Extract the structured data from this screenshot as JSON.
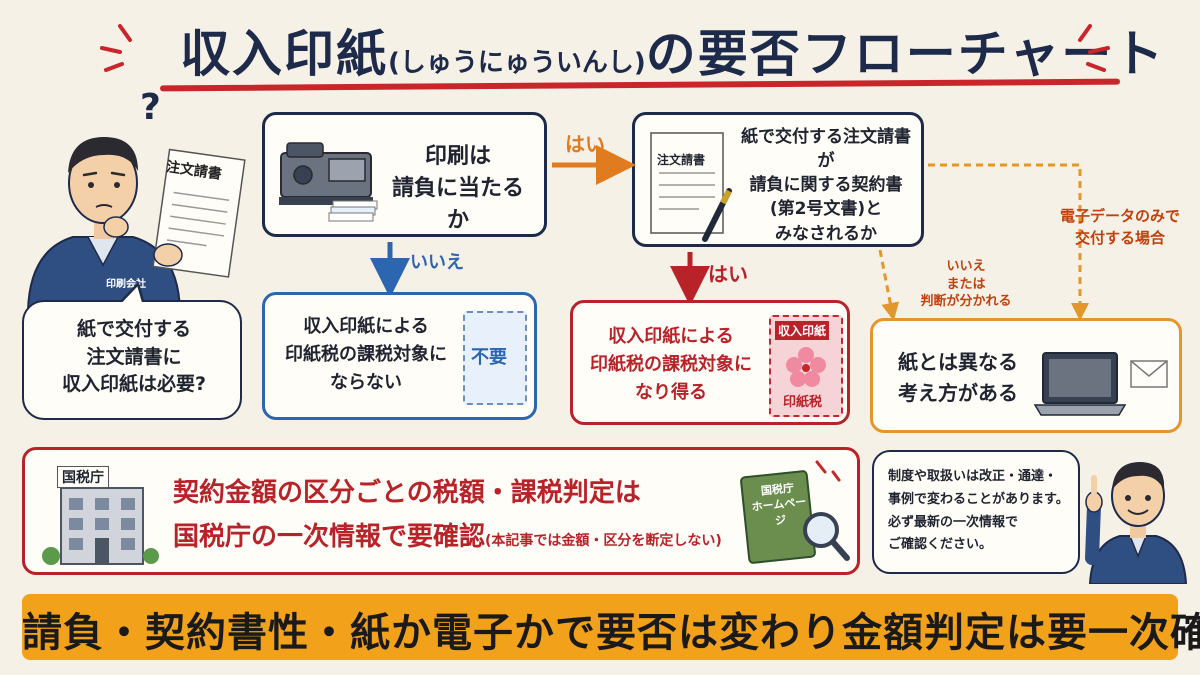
{
  "title": {
    "main": "収入印紙",
    "reading": "(しゅうにゅういんし)",
    "rest": "の要否フローチャート"
  },
  "person": {
    "question_mark": "?",
    "doc_label": "注文請書",
    "badge": "印刷会社"
  },
  "bubble_left": {
    "lines": [
      "紙で交付する",
      "注文請書に",
      "収入印紙は必要?"
    ]
  },
  "q1": {
    "lines": [
      "印刷は",
      "請負に当たるか"
    ]
  },
  "q2": {
    "doc_label": "注文請書",
    "lines": [
      "紙で交付する注文請書が",
      "請負に関する契約書",
      "(第2号文書)と",
      "みなされるか"
    ]
  },
  "arrows": {
    "q1_yes": "はい",
    "q1_no": "いいえ",
    "q2_yes": "はい",
    "q2_no_1": "いいえ",
    "q2_no_2": "または",
    "q2_no_3": "判断が分かれる",
    "q2_digital_1": "電子データのみで",
    "q2_digital_2": "交付する場合"
  },
  "result_no": {
    "lines": [
      "収入印紙による",
      "印紙税の課税対象に",
      "ならない"
    ],
    "stamp": "不要"
  },
  "result_yes": {
    "lines": [
      "収入印紙による",
      "印紙税の課税対象に",
      "なり得る"
    ],
    "stamp_top": "収入印紙",
    "stamp_bottom": "印紙税"
  },
  "result_other": {
    "lines": [
      "紙とは異なる",
      "考え方がある"
    ]
  },
  "nta": {
    "building_label": "国税庁",
    "line1": "契約金額の区分ごとの税額・課税判定は",
    "line2": "国税庁の一次情報で要確認",
    "note": "(本記事では金額・区分を断定しない)",
    "book_1": "国税庁",
    "book_2": "ホームページ"
  },
  "bubble_right": {
    "lines": [
      "制度や取扱いは改正・通達・",
      "事例で変わることがあります。",
      "必ず最新の一次情報で",
      "ご確認ください。"
    ]
  },
  "bottom": {
    "text": "請負・契約書性・紙か電子かで要否は変わり金額判定は要一次確認"
  },
  "colors": {
    "navy": "#1d2a4a",
    "red": "#c8262b",
    "blue": "#2d66b0",
    "orange": "#e3962b",
    "bar": "#f2a11a"
  }
}
